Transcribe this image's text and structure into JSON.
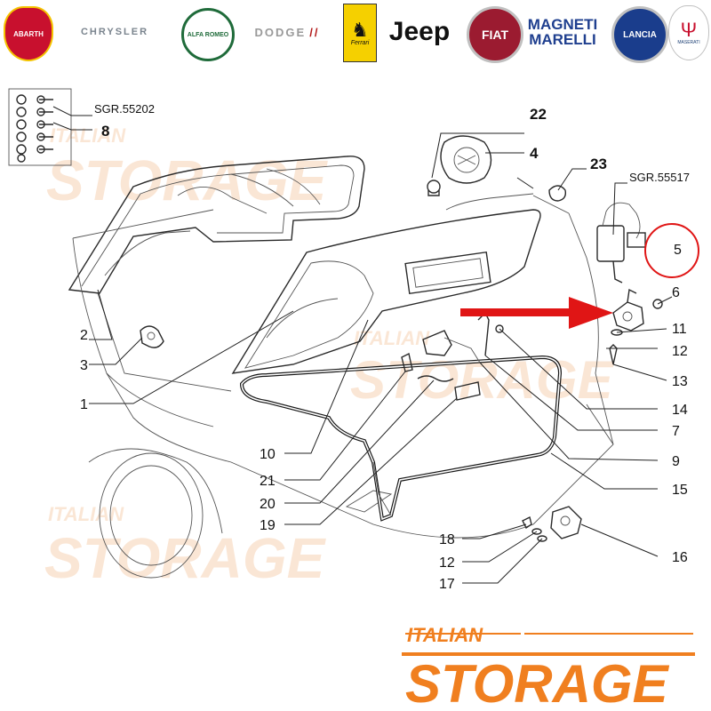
{
  "brands": [
    {
      "label": "ABARTH",
      "icon": "abarth-scorpion-icon",
      "color": "#c8102e"
    },
    {
      "label": "CHRYSLER",
      "icon": "chrysler-wings-icon",
      "color": "#6d7a86"
    },
    {
      "label": "ALFA ROMEO",
      "icon": "alfa-romeo-badge-icon",
      "color": "#1f6b3a"
    },
    {
      "label": "DODGE",
      "icon": "dodge-logo-icon",
      "color": "#b31b1b"
    },
    {
      "label": "Ferrari",
      "icon": "ferrari-horse-icon",
      "color": "#f5d000"
    },
    {
      "label": "Jeep",
      "icon": "jeep-logo-icon",
      "color": "#111111"
    },
    {
      "label": "FIAT",
      "icon": "fiat-badge-icon",
      "color": "#9b1b30"
    },
    {
      "label": "MAGNETI MARELLI",
      "icon": "magneti-marelli-logo-icon",
      "color": "#1f3f8f"
    },
    {
      "label": "LANCIA",
      "icon": "lancia-badge-icon",
      "color": "#1a3d8c"
    },
    {
      "label": "MASERATI",
      "icon": "maserati-trident-icon",
      "color": "#1c3f74"
    }
  ],
  "references": {
    "top_left": "SGR.55202",
    "top_right": "SGR.55517"
  },
  "callouts": {
    "c1": "1",
    "c2": "2",
    "c3": "3",
    "c4": "4",
    "c5": "5",
    "c6": "6",
    "c7": "7",
    "c8": "8",
    "c9": "9",
    "c10": "10",
    "c11": "11",
    "c12a": "12",
    "c12b": "12",
    "c13": "13",
    "c14": "14",
    "c15": "15",
    "c16": "16",
    "c17": "17",
    "c18": "18",
    "c19": "19",
    "c20": "20",
    "c21": "21",
    "c22": "22",
    "c23": "23"
  },
  "watermark": {
    "line1": "ITALIAN",
    "line2": "STORAGE"
  },
  "logo": {
    "line1": "ITALIAN",
    "line2": "STORAGE",
    "color": "#f07f1f"
  },
  "highlight": {
    "arrow_color": "#e01515",
    "circle_color": "#e01515",
    "target_part": "5"
  }
}
